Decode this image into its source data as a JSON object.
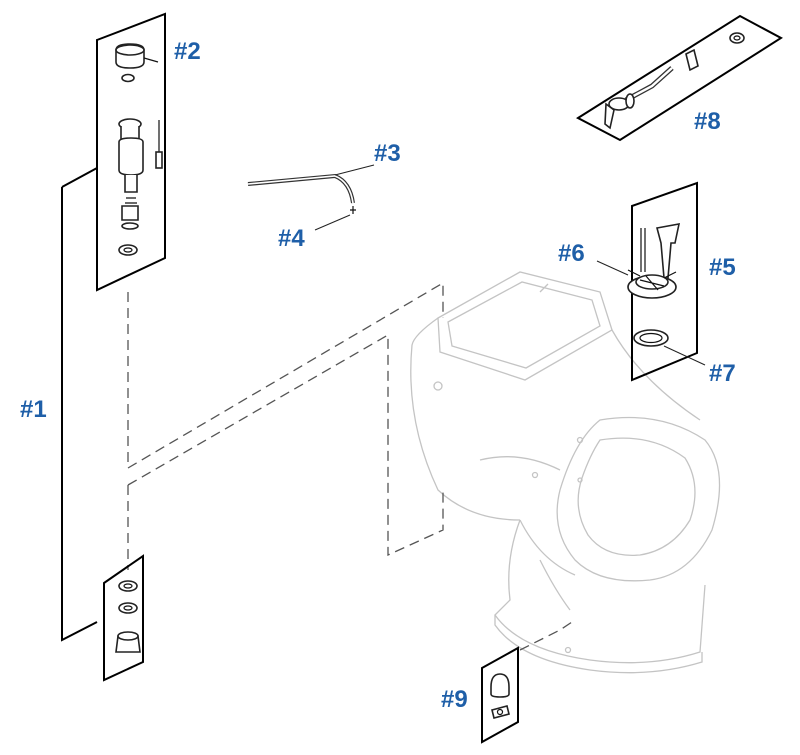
{
  "accent_color": "#1f5fa8",
  "parts": [
    {
      "id": "1",
      "label": "#1"
    },
    {
      "id": "2",
      "label": "#2"
    },
    {
      "id": "3",
      "label": "#3"
    },
    {
      "id": "4",
      "label": "#4"
    },
    {
      "id": "5",
      "label": "#5"
    },
    {
      "id": "6",
      "label": "#6"
    },
    {
      "id": "7",
      "label": "#7"
    },
    {
      "id": "8",
      "label": "#8"
    },
    {
      "id": "9",
      "label": "#9"
    }
  ]
}
